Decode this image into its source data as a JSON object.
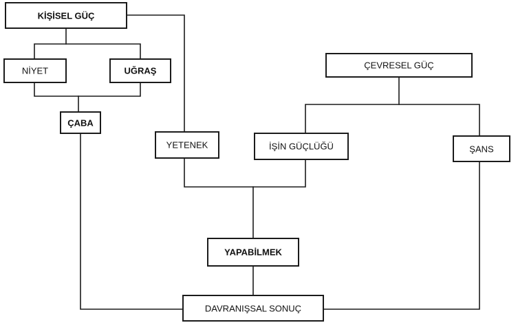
{
  "diagram": {
    "nodes": {
      "kisisel_guc": "KİŞİSEL GÜÇ",
      "niyet": "NİYET",
      "ugras": "UĞRAŞ",
      "caba": "ÇABA",
      "yetenek": "YETENEK",
      "cevresel_guc": "ÇEVRESEL GÜÇ",
      "isin_guclugu": "İŞİN GÜÇLÜĞÜ",
      "sans": "ŞANS",
      "yapabilmek": "YAPABİLMEK",
      "davranissal_sonuc": "DAVRANIŞSAL SONUÇ"
    }
  }
}
